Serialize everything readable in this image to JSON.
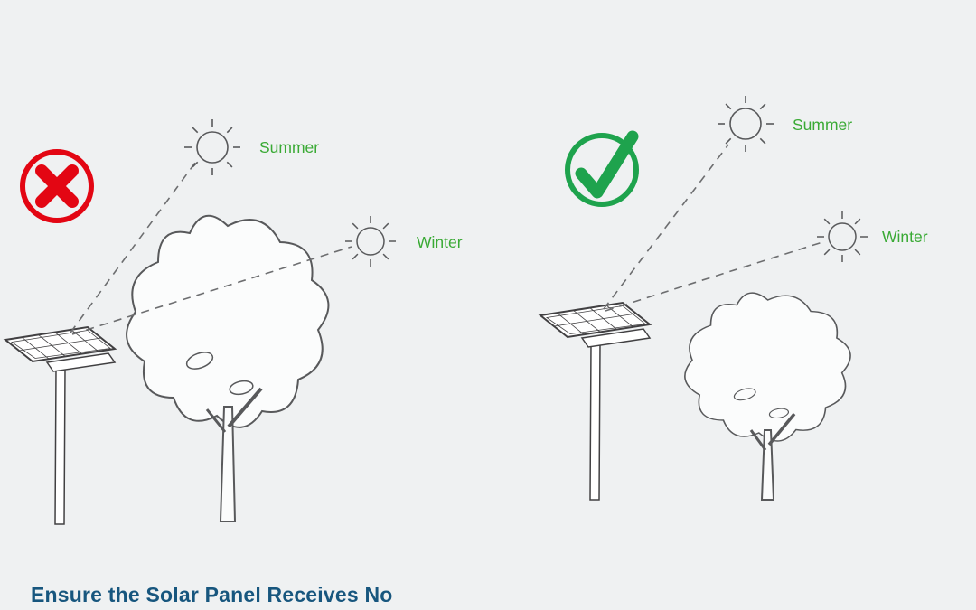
{
  "title": "Ensure the Solar Panel Receives No",
  "colors": {
    "background": "#eff1f2",
    "label_green": "#3aaa35",
    "cross_red": "#e30613",
    "check_green": "#1ea34d",
    "title_blue": "#17567e",
    "line_gray": "#58595b"
  },
  "scenes": {
    "wrong": {
      "badge_icon": "cross-icon",
      "summer_label": "Summer",
      "winter_label": "Winter"
    },
    "correct": {
      "badge_icon": "check-icon",
      "summer_label": "Summer",
      "winter_label": "Winter"
    }
  }
}
